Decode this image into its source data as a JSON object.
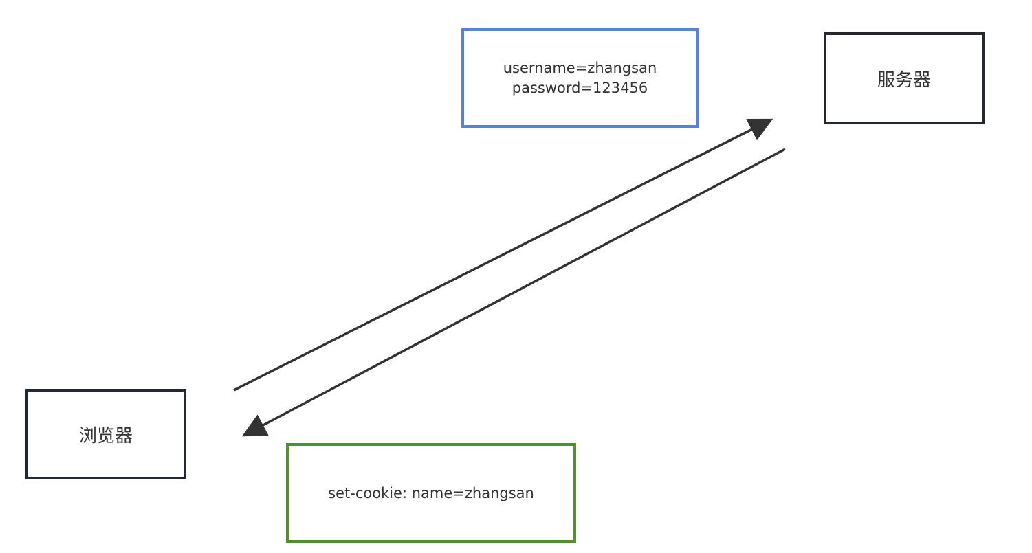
{
  "nodes": {
    "browser": "浏览器",
    "server": "服务器"
  },
  "request": {
    "line1": "username=zhangsan",
    "line2": "password=123456"
  },
  "response": {
    "text": "set-cookie: name=zhangsan"
  },
  "colors": {
    "node_border": "#24292f",
    "request_border": "#5b7fde",
    "response_border": "#548f2f",
    "arrow": "#333333"
  }
}
